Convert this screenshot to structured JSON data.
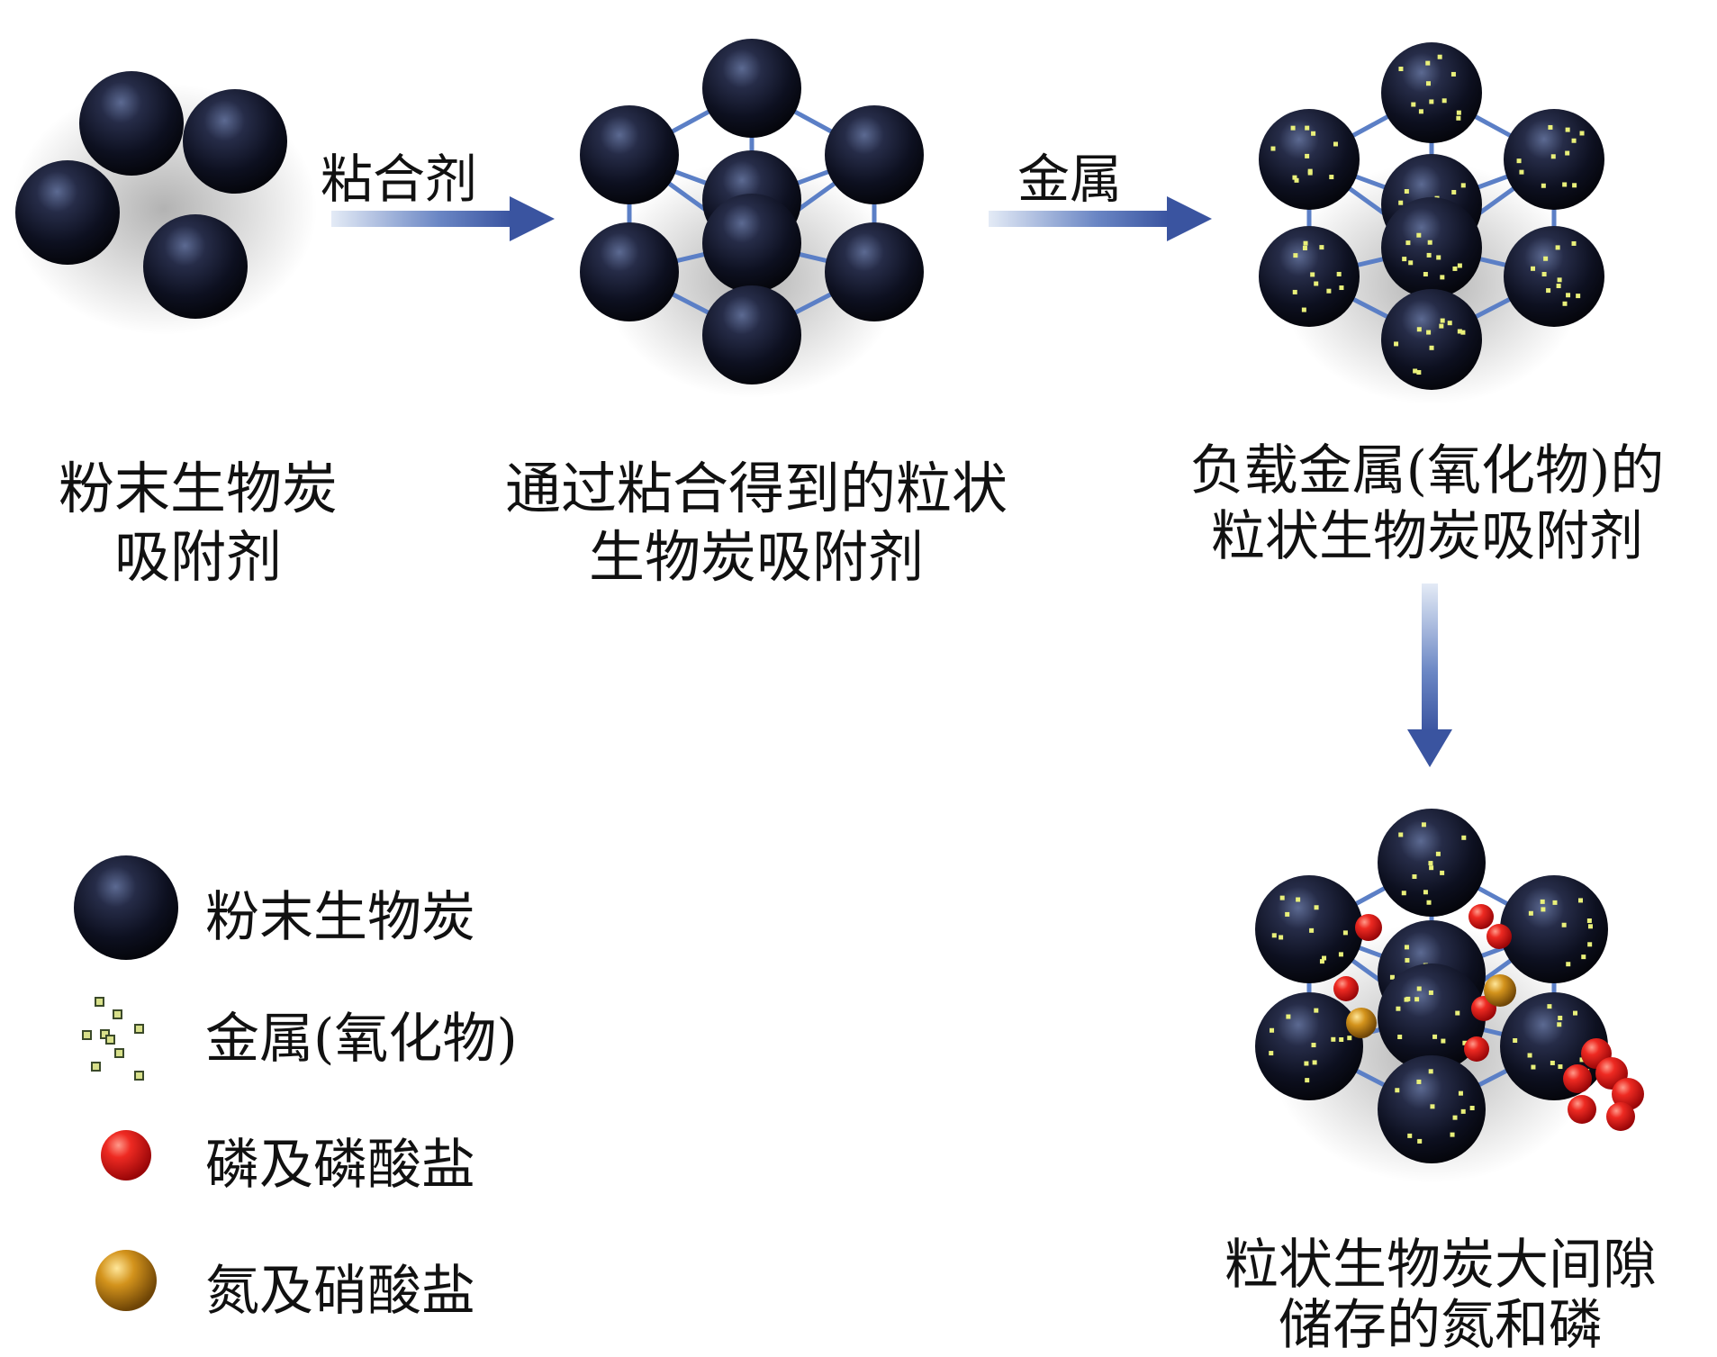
{
  "arrows": {
    "binder_label": "粘合剂",
    "metal_label": "金属"
  },
  "stages": {
    "powder": {
      "line1": "粉末生物炭",
      "line2": "吸附剂"
    },
    "granular": {
      "line1": "通过粘合得到的粒状",
      "line2": "生物炭吸附剂"
    },
    "metal_loaded": {
      "line1": "负载金属(氧化物)的",
      "line2": "粒状生物炭吸附剂"
    },
    "storage": {
      "line1": "粒状生物炭大间隙",
      "line2": "储存的氮和磷"
    }
  },
  "legend": {
    "powder_biochar": "粉末生物炭",
    "metal_oxide": "金属(氧化物)",
    "phosphorus": "磷及磷酸盐",
    "nitrogen": "氮及硝酸盐"
  },
  "colors": {
    "sphere_dark": "#0b0d1c",
    "sphere_highlight": "#55648c",
    "link_blue": "#5b7fc6",
    "arrow_blue": "#3b55a0",
    "metal_dot": "#e9f07a",
    "phosphorus_red": "#e0141a",
    "nitrogen_gold": "#c98a17"
  }
}
